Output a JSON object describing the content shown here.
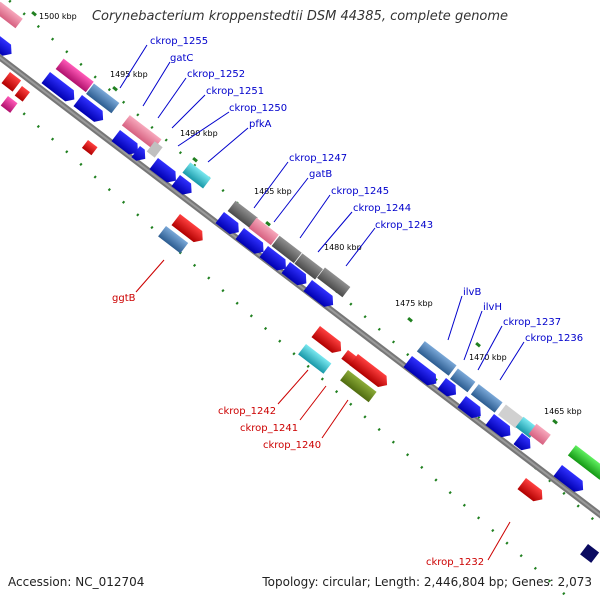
{
  "title": "Corynebacterium kroppenstedtii DSM 44385, complete genome",
  "footer": {
    "accession": "Accession: NC_012704",
    "summary": "Topology: circular; Length: 2,446,804 bp; Genes: 2,073"
  },
  "ticks": [
    "1500 kbp",
    "1495 kbp",
    "1490 kbp",
    "1485 kbp",
    "1480 kbp",
    "1475 kbp",
    "1470 kbp",
    "1465 kbp"
  ],
  "labels_top": [
    "ckrop_1255",
    "gatC",
    "ckrop_1252",
    "ckrop_1251",
    "ckrop_1250",
    "pfkA",
    "ckrop_1247",
    "gatB",
    "ckrop_1245",
    "ckrop_1244",
    "ckrop_1243",
    "ilvB",
    "ilvH",
    "ckrop_1237",
    "ckrop_1236"
  ],
  "labels_bottom": [
    "ggtB",
    "ckrop_1242",
    "ckrop_1241",
    "ckrop_1240",
    "ckrop_1232"
  ],
  "colors": {
    "backbone": "#777777",
    "cds": "#0000ff",
    "trna": "#ff2020",
    "cog_pink": "#ee82a0",
    "cog_steel": "#4f82b4",
    "cog_magenta": "#e0208c",
    "cog_cyan": "#30c8d8",
    "cog_gray": "#6e6e6e",
    "cog_olive": "#6e8e20",
    "cog_green": "#30c830",
    "ruler": "#208020",
    "label_top": "#0000cc",
    "label_bottom": "#cc0000"
  }
}
